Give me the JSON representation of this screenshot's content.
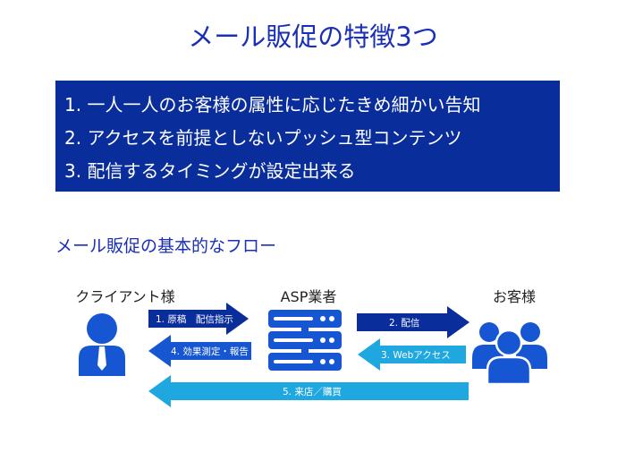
{
  "title": "メール販促の特徴3つ",
  "features": [
    "1. 一人一人のお客様の属性に応じたきめ細かい告知",
    "2. アクセスを前提としないプッシュ型コンテンツ",
    "3. 配信するタイミングが設定出来る"
  ],
  "flow": {
    "title": "メール販促の基本的なフロー",
    "actors": {
      "client": "クライアント様",
      "asp": "ASP業者",
      "customer": "お客様"
    },
    "arrows": {
      "arrow1": "1. 原稿　配信指示",
      "arrow2": "2. 配信",
      "arrow3": "3. Webアクセス",
      "arrow4": "4. 効果測定・報告",
      "arrow5": "5. 来店／購買"
    },
    "icons": {
      "client": "person-icon",
      "asp": "server-stack-icon",
      "customer": "group-icon"
    },
    "colors": {
      "dark_blue": "#0a2d9c",
      "medium_blue": "#1656d2",
      "light_blue": "#1fa8e0"
    }
  }
}
